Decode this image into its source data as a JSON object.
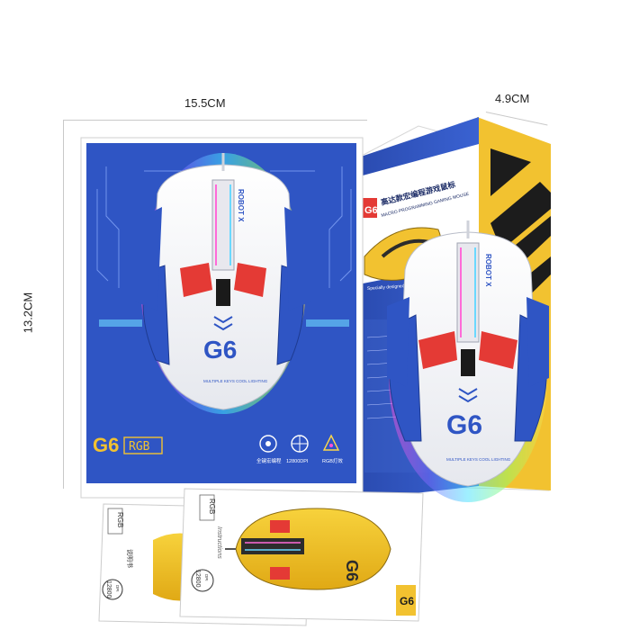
{
  "dimensions": {
    "width_label": "15.5CM",
    "depth_label": "4.9CM",
    "height_label": "13.2CM"
  },
  "box_front": {
    "model_logo": "G6",
    "rgb_logo": "RGB",
    "feature_1_label": "全键宏编程",
    "feature_2_label": "12800DPI",
    "feature_3_label": "RGB灯效",
    "mouse_badge": "G6",
    "mouse_brand": "ROBOT X",
    "mouse_small_text": "MULTIPLE KEYS COOL LIGHTING"
  },
  "box_side": {
    "logo_mark": "G6",
    "title_cn": "高达款宏编程游戏鼠标",
    "title_en": "MACRO PROGRAMMING GAMING MOUSE",
    "tagline": "Specially designed for gamers",
    "mouse_badge": "G6",
    "mouse_brand": "ROBOT X",
    "mouse_small_text": "MULTIPLE KEYS COOL LIGHTING"
  },
  "manual_left": {
    "rgb_logo": "RGB",
    "title_cn": "说明书",
    "dpi_badge": "12800",
    "dpi_unit": "DPI"
  },
  "manual_right": {
    "rgb_logo": "RGB",
    "script_text": "Instructions",
    "dpi_badge": "12800",
    "dpi_unit": "DPI",
    "logo": "G6"
  },
  "colors": {
    "box_blue": "#2f55c4",
    "accent_yellow": "#f2c230",
    "accent_red": "#e43a35",
    "mouse_white": "#f4f4f6"
  }
}
